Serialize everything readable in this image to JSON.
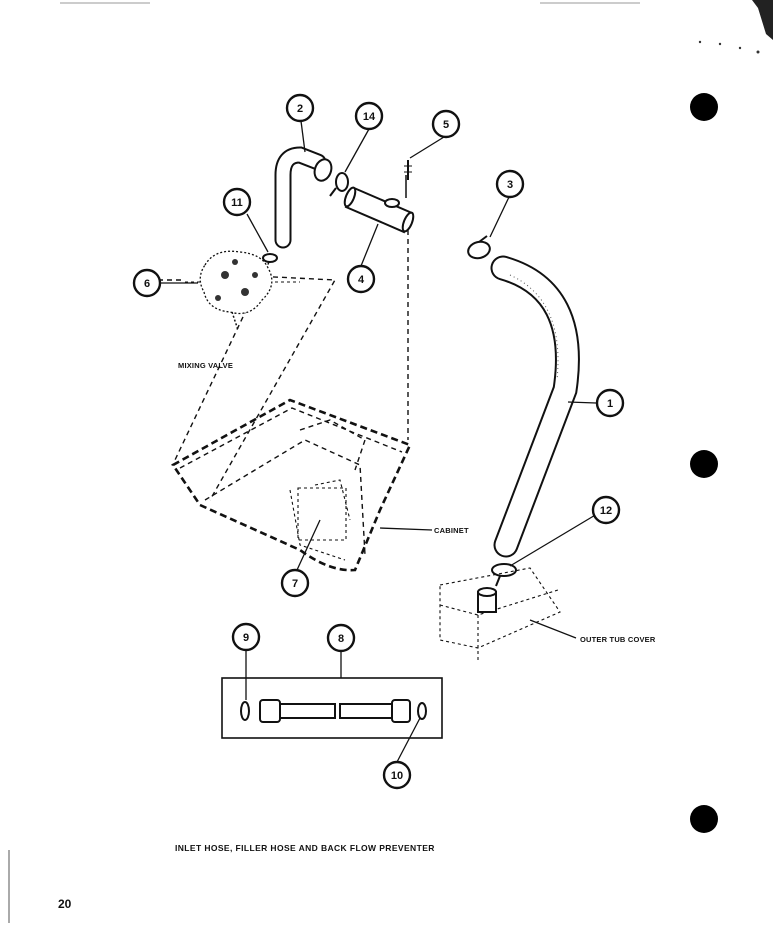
{
  "labels": {
    "mixing_valve": "MIXING VALVE",
    "cabinet": "CABINET",
    "outer_tub_cover": "OUTER TUB COVER"
  },
  "callouts": {
    "c1": "1",
    "c2": "2",
    "c3": "3",
    "c4": "4",
    "c5": "5",
    "c6": "6",
    "c7": "7",
    "c8": "8",
    "c9": "9",
    "c10": "10",
    "c11": "11",
    "c12": "12",
    "c14": "14"
  },
  "caption": "INLET HOSE, FILLER HOSE AND BACK FLOW PREVENTER",
  "page_number": "20"
}
